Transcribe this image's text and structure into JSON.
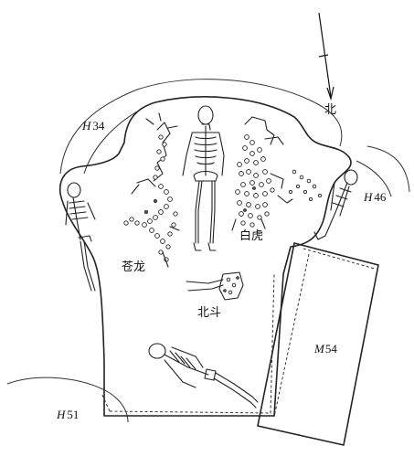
{
  "labels": {
    "north": "北",
    "canglong": "苍龙",
    "baihu": "白虎",
    "beidou": "北斗"
  },
  "features": {
    "h34": {
      "letter": "H",
      "number": "34"
    },
    "h46": {
      "letter": "H",
      "number": "46"
    },
    "h51": {
      "letter": "H",
      "number": "51"
    },
    "m54": {
      "letter": "M",
      "number": "54"
    }
  },
  "icons": {
    "north_arrow": "north-arrow-icon"
  }
}
